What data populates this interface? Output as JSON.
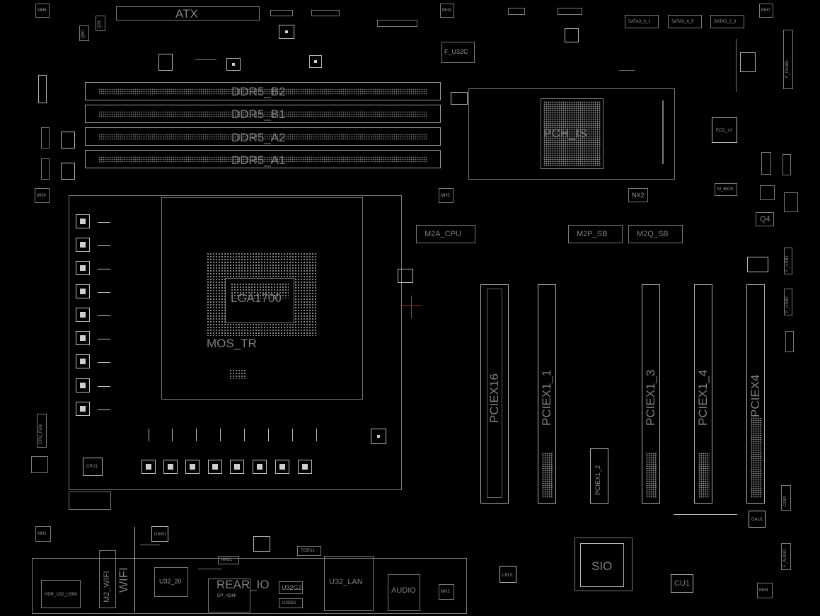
{
  "labels": {
    "atx": "ATX",
    "mh_tl": "MH6",
    "mh_top_mid": "MH3",
    "mh_tr": "MH7",
    "q31": "Q31",
    "q80": "Q80",
    "f_u32c": "F_U32C",
    "sata_1": "SATA3_0_1",
    "sata_2": "SATA3_4_5",
    "sata_3": "SATA3_2_3",
    "f_panel": "F_PANEL",
    "ddr5_b2": "DDR5_B2",
    "ddr5_b1": "DDR5_B1",
    "ddr5_a2": "DDR5_A2",
    "ddr5_a1": "DDR5_A1",
    "pch": "PCH_IS",
    "ec": "ECG_UI",
    "m_bios": "M_BIOS",
    "nx2": "NX2",
    "q4": "Q4",
    "mh_left_mid": "MH8",
    "mh_right_mid": "MH5",
    "m2a_cpu": "M2A_CPU",
    "m2p_sb": "M2P_SB",
    "m2q_sb": "M2Q_SB",
    "lga": "LGA1700",
    "mos_tr": "MOS_TR",
    "f_usb1": "F_USB1",
    "f_usb2": "F_USB2",
    "pciex16": "PCIEX16",
    "pciex1_1": "PCIEX1_1",
    "pciex1_3": "PCIEX1_3",
    "pciex1_4": "PCIEX1_4",
    "pciex4": "PCIEX4",
    "pciex1_2": "PCIEX1_2",
    "cpu_fan": "CPU_FAN",
    "cpu1": "CPU1",
    "com": "COM",
    "sio": "SIO",
    "cu1": "CU1",
    "m2_wifi": "M2_WIFI",
    "wifi": "WIFI",
    "rear_io": "REAR_IO",
    "u32_20": "U32_20",
    "dp_hdmi": "DP_HDMI",
    "u32g2": "U32G2",
    "u32g3": "U32G3",
    "u32_lan": "U32_LAN",
    "audio": "AUDIO",
    "toeu1": "TOEU1",
    "hhu1": "HHU1",
    "mh1": "MH1",
    "mh2": "MH2",
    "mh4": "MH4",
    "dsw1": "DSW1",
    "gau1": "GAU1",
    "f_audio": "F_AUDIO",
    "hdr_usb": "HDR_U32_USB0",
    "lrd1": "LRU1"
  }
}
